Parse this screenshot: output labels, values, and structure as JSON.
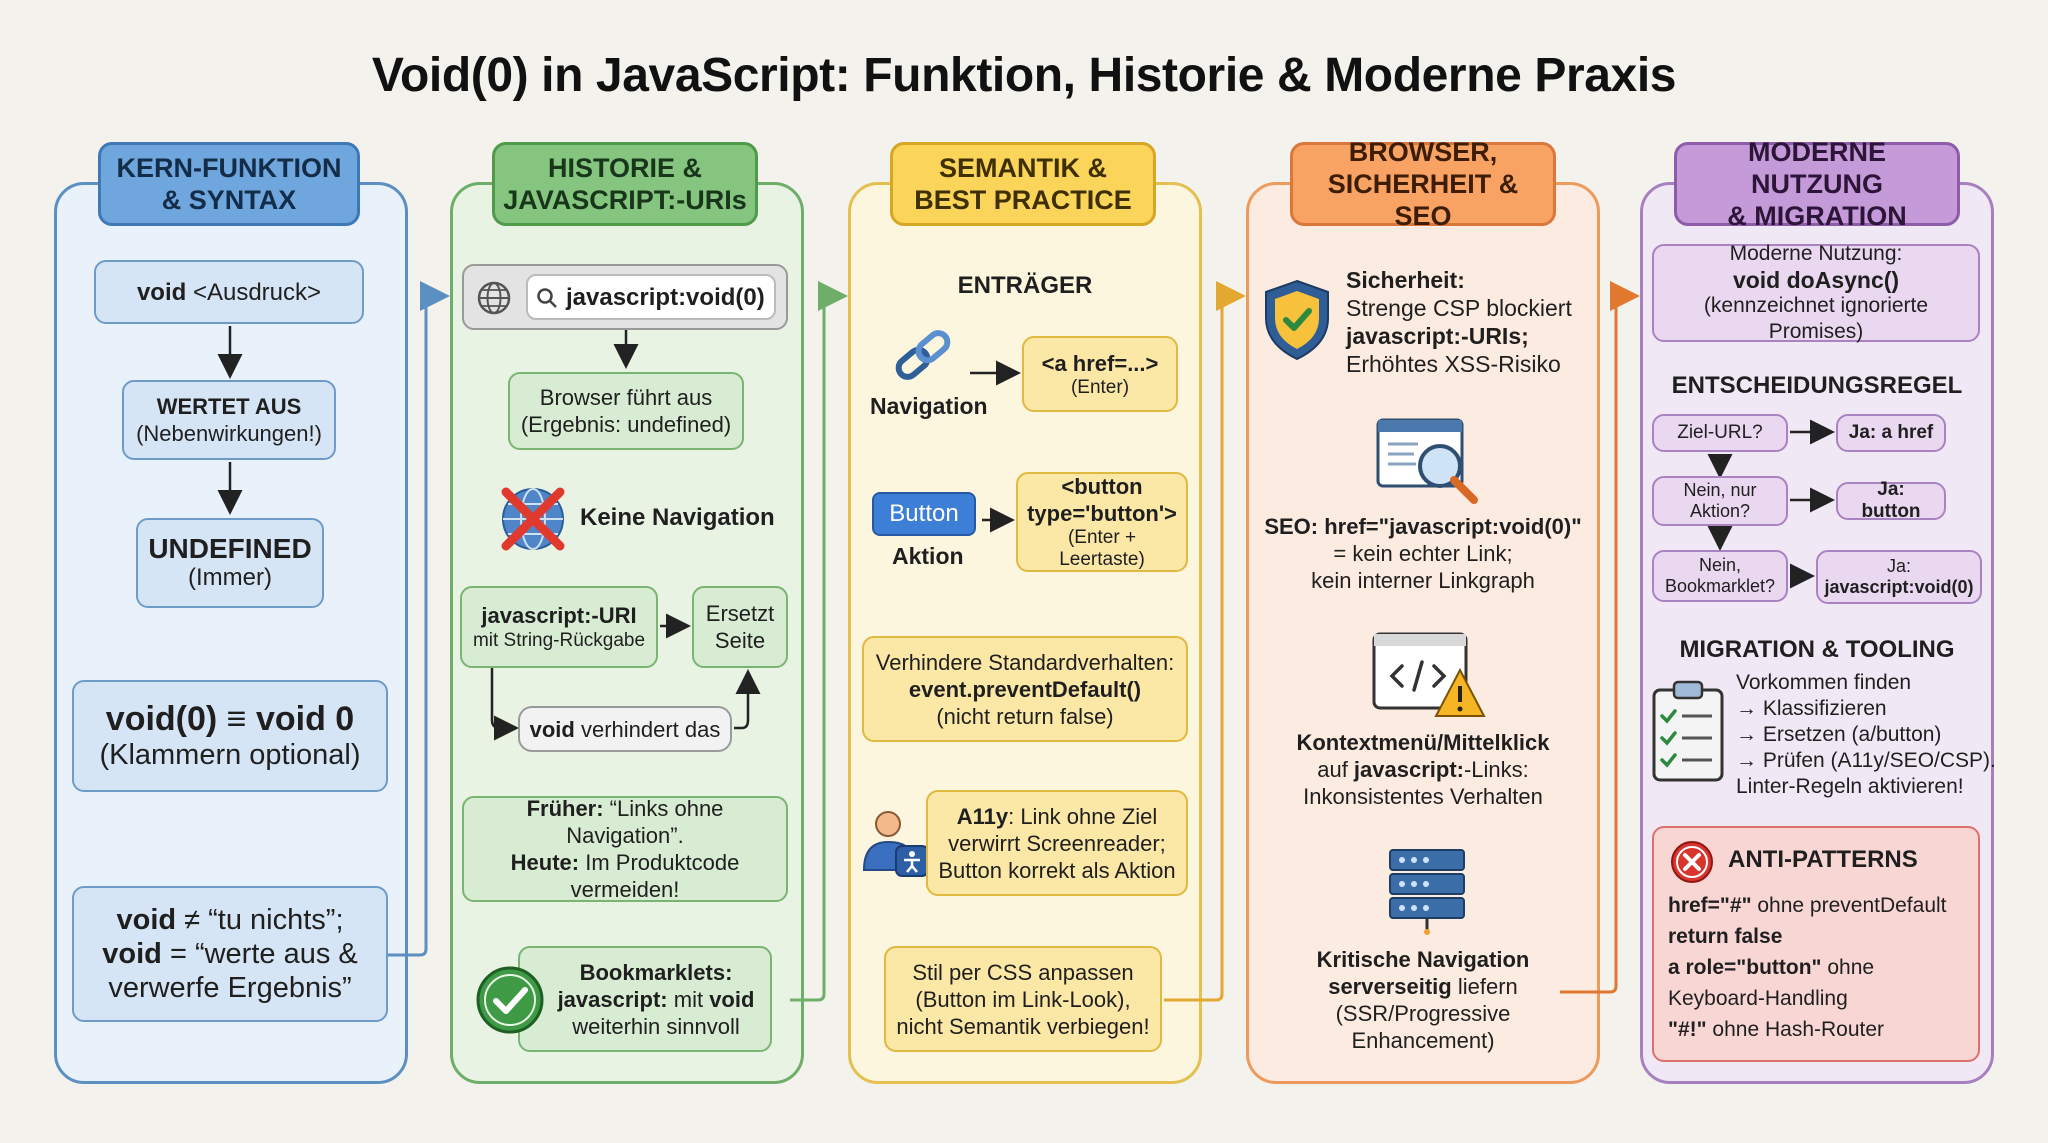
{
  "title": "Void(0) in JavaScript: Funktion, Historie & Moderne Praxis",
  "col1": {
    "header": "KERN-FUNKTION\n& SYNTAX",
    "syntax_bold": "void",
    "syntax_rest": " <Ausdruck>",
    "eval_title": "WERTET AUS",
    "eval_sub": "(Nebenwirkungen!)",
    "undef_title": "UNDEFINED",
    "undef_sub": "(Immer)",
    "equiv_title": "void(0) ≡ void 0",
    "equiv_sub": "(Klammern optional)",
    "meaning_1_bold": "void",
    "meaning_1_rest": " ≠ “tu nichts”;",
    "meaning_2_bold": "void",
    "meaning_2_rest": " = “werte aus &",
    "meaning_3": "verwerfe Ergebnis”"
  },
  "col2": {
    "header": "HISTORIE &\nJAVASCRIPT:-URIs",
    "url_text": "javascript:void(0)",
    "browser_line1": "Browser führt aus",
    "browser_line2": "(Ergebnis: undefined)",
    "no_nav": "Keine Navigation",
    "uri_title": "javascript:-URI",
    "uri_sub": "mit String-Rückgabe",
    "replace_line1": "Ersetzt",
    "replace_line2": "Seite",
    "prevent_bold": "void",
    "prevent_rest": " verhindert das",
    "history_l1_bold": "Früher:",
    "history_l1_rest": " “Links ohne Navigation”.",
    "history_l2_bold": "Heute:",
    "history_l2_rest": " Im Produktcode",
    "history_l3": "vermeiden!",
    "bookmarklet_l1": "Bookmarklets:",
    "bookmarklet_l2_a": "javascript:",
    "bookmarklet_l2_b": " mit ",
    "bookmarklet_l2_c": "void",
    "bookmarklet_l3": "weiterhin sinnvoll"
  },
  "col3": {
    "header": "SEMANTIK &\nBEST PRACTICE",
    "subheader": "ENTRÄGER",
    "nav_label": "Navigation",
    "link_code": "<a href=...>",
    "link_sub": "(Enter)",
    "button_chip": "Button",
    "action_label": "Aktion",
    "button_code_1": "<button",
    "button_code_2": "type='button'>",
    "button_sub": "(Enter + Leertaste)",
    "prevent_l1": "Verhindere Standardverhalten:",
    "prevent_l2": "event.preventDefault()",
    "prevent_l3": "(nicht return false)",
    "a11y_l1_bold": "A11y",
    "a11y_l1_rest": ": Link ohne Ziel",
    "a11y_l2": "verwirrt Screenreader;",
    "a11y_l3": "Button korrekt als Aktion",
    "css_l1": "Stil per CSS anpassen",
    "css_l2": "(Button im Link-Look),",
    "css_l3": "nicht Semantik verbiegen!"
  },
  "col4": {
    "header": "BROWSER,\nSICHERHEIT & SEO",
    "sec_title": "Sicherheit:",
    "sec_l1": "Strenge CSP blockiert",
    "sec_l2": "javascript:-URIs;",
    "sec_l3": "Erhöhtes XSS-Risiko",
    "seo_l1": "SEO: href=\"javascript:void(0)\"",
    "seo_l2": "= kein echter Link;",
    "seo_l3": "kein interner Linkgraph",
    "ctx_l1": "Kontextmenü/Mittelklick",
    "ctx_l2_a": "auf ",
    "ctx_l2_b": "javascript:",
    "ctx_l2_c": "-Links:",
    "ctx_l3": "Inkonsistentes Verhalten",
    "srv_l1": "Kritische Navigation",
    "srv_l2_a": "serverseitig",
    "srv_l2_b": " liefern",
    "srv_l3": "(SSR/Progressive",
    "srv_l4": "Enhancement)"
  },
  "col5": {
    "header": "MODERNE NUTZUNG\n& MIGRATION",
    "modern_l1": "Moderne Nutzung:",
    "modern_l2": "void doAsync()",
    "modern_l3": "(kennzeichnet ignorierte Promises)",
    "rule_title": "ENTSCHEIDUNGSREGEL",
    "q1": "Ziel-URL?",
    "a1": "Ja: a href",
    "q2": "Nein, nur\nAktion?",
    "a2": "Ja: button",
    "q3": "Nein,\nBookmarklet?",
    "a3_l1": "Ja:",
    "a3_l2": "javascript:void(0)",
    "migration_title": "MIGRATION & TOOLING",
    "mig_l1": "Vorkommen finden",
    "mig_l2": "→ Klassifizieren",
    "mig_l3": "→ Ersetzen (a/button)",
    "mig_l4": "→ Prüfen (A11y/SEO/CSP).",
    "mig_l5": "Linter-Regeln aktivieren!",
    "anti_title": "ANTI-PATTERNS",
    "anti_1_bold": "href=\"#\"",
    "anti_1_rest": " ohne preventDefault",
    "anti_2": "return false",
    "anti_3_bold": "a role=\"button\"",
    "anti_3_rest": " ohne",
    "anti_4": "Keyboard-Handling",
    "anti_5_bold": "\"#!\"",
    "anti_5_rest": " ohne Hash-Router"
  },
  "colors": {
    "blue": "#5c8fc2",
    "green": "#6fae6a",
    "yellow": "#e3c050",
    "orange": "#ee9a5c",
    "purple": "#a780c0",
    "red": "#de3b35"
  },
  "icons": [
    "globe-icon",
    "search-icon",
    "no-navigation-icon",
    "checkmark-icon",
    "link-chain-icon",
    "user-accessibility-icon",
    "shield-check-icon",
    "seo-magnifier-icon",
    "code-warning-icon",
    "server-rack-icon",
    "clipboard-checklist-icon",
    "error-x-icon"
  ]
}
